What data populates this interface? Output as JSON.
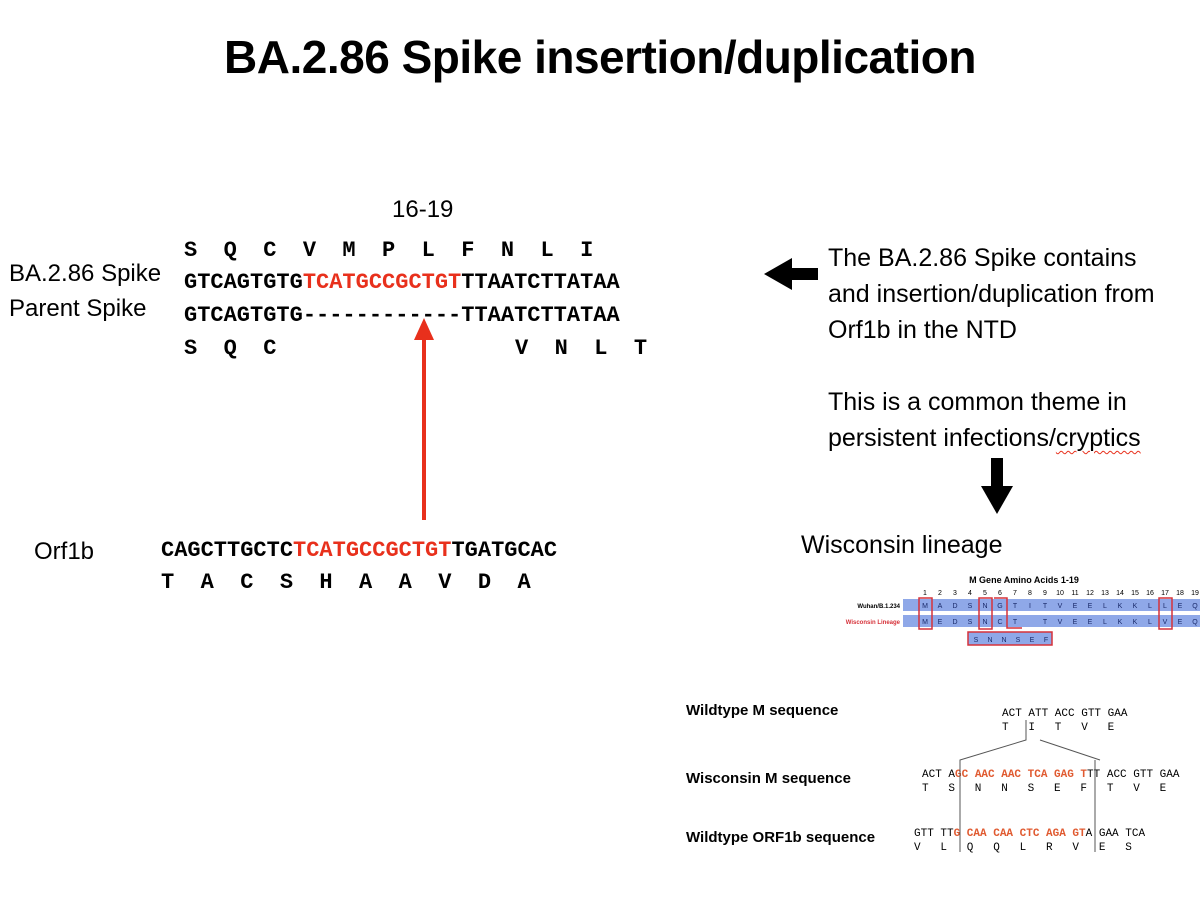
{
  "title": "BA.2.86 Spike insertion/duplication",
  "alignment": {
    "position_label": "16-19",
    "top_aa": "S  Q  C  V  M  P  L  F  N  L  I",
    "ba286_label": "BA.2.86 Spike",
    "parent_label": "Parent Spike",
    "ba286_seq_pre": "GTCAGTGTG",
    "ba286_seq_ins": "TCATGCCGCTGT",
    "ba286_seq_post": "TTAATCTTATAA",
    "parent_seq_pre": "GTCAGTGTG",
    "parent_seq_gap": "------------",
    "parent_seq_post": "TTAATCTTATAA",
    "bottom_aa_left": "S  Q  C",
    "bottom_aa_right": "V  N  L  T"
  },
  "orf1b": {
    "label": "Orf1b",
    "seq_pre": "CAGCTTGCTC",
    "seq_ins": "TCATGCCGCTGT",
    "seq_post": "TGATGCAC",
    "aa": "T  A  C  S  H  A  A  V  D  A"
  },
  "notes": {
    "line1": "The BA.2.86 Spike contains and insertion/duplication from Orf1b in the NTD",
    "line2_pre": "This is a common theme in persistent infections/",
    "line2_squig": "cryptics"
  },
  "wisconsin": {
    "label": "Wisconsin lineage",
    "m_gene": {
      "title": "M Gene Amino Acids 1-19",
      "positions": [
        "1",
        "2",
        "3",
        "4",
        "5",
        "6",
        "7",
        "8",
        "9",
        "10",
        "11",
        "12",
        "13",
        "14",
        "15",
        "16",
        "17",
        "18",
        "19"
      ],
      "row1_label": "Wuhan/B.1.234",
      "row1": [
        "M",
        "A",
        "D",
        "S",
        "N",
        "G",
        "T",
        "I",
        "T",
        "V",
        "E",
        "E",
        "L",
        "K",
        "K",
        "L",
        "L",
        "E",
        "Q"
      ],
      "row2_label": "Wisconsin Lineage",
      "row2": [
        "M",
        "E",
        "D",
        "S",
        "N",
        "C",
        "T",
        "",
        "T",
        "V",
        "E",
        "E",
        "L",
        "K",
        "K",
        "L",
        "V",
        "E",
        "Q"
      ],
      "insert": [
        "S",
        "N",
        "N",
        "S",
        "E",
        "F"
      ]
    },
    "seqs": {
      "wt_m_label": "Wildtype M sequence",
      "wt_m_codons": "ACT ATT ACC GTT GAA",
      "wt_m_aa": "T   I   T   V   E",
      "wis_m_label": "Wisconsin M sequence",
      "wis_m_codons_pre": "ACT A",
      "wis_m_codons_red": "GC AAC AAC TCA GAG T",
      "wis_m_codons_post": "TT ACC GTT GAA",
      "wis_m_aa": "T   S   N   N   S   E   F   T   V   E",
      "wt_orf_label": "Wildtype ORF1b sequence",
      "wt_orf_codons_pre": "GTT TT",
      "wt_orf_codons_red": "G CAA CAA CTC AGA GT",
      "wt_orf_codons_post": "A GAA TCA",
      "wt_orf_aa": "V   L   Q   Q   L   R   V   E   S"
    }
  },
  "colors": {
    "highlight": "#e8301c",
    "m_gene_blue": "#8fa8e8",
    "m_gene_box": "#d6323a"
  }
}
